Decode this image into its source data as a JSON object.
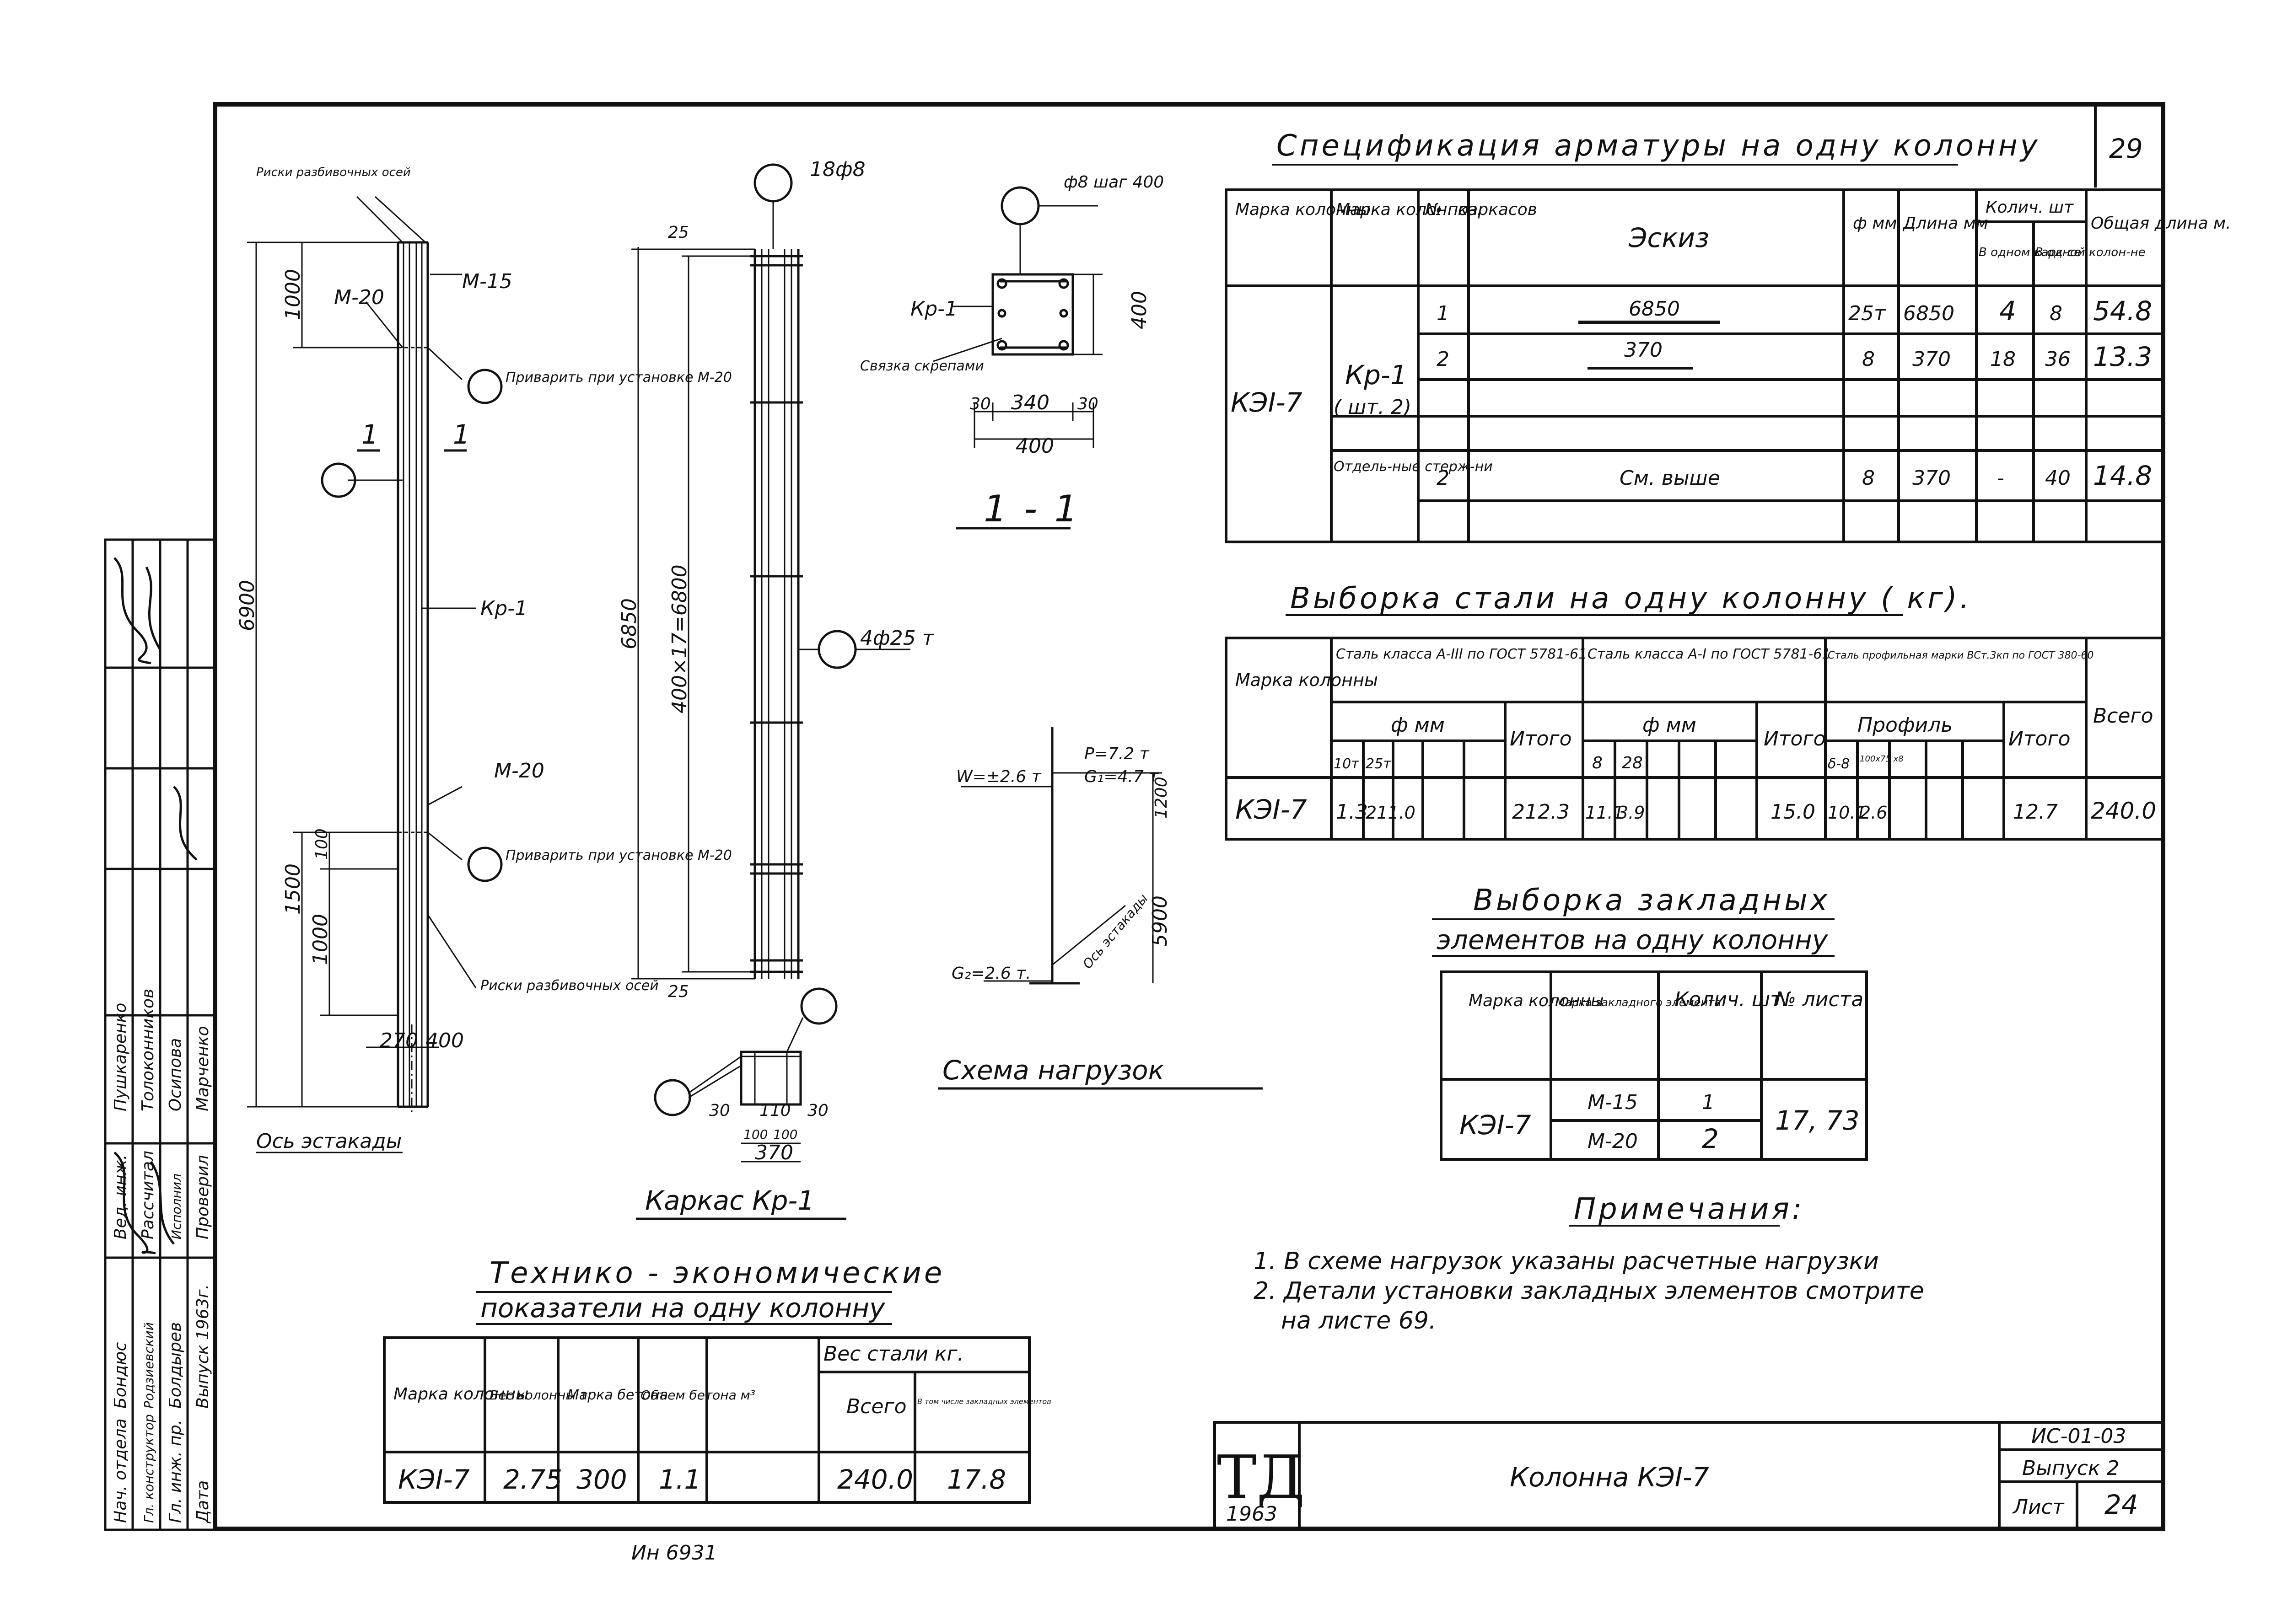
{
  "corner_page": "29",
  "spec": {
    "title": "Спецификация  арматуры  на  одну  колонну",
    "headers": {
      "col_mark": "Марка колонны",
      "frame_mark": "Марка колон. каркасов",
      "pos": "№ поз.",
      "sketch": "Эскиз",
      "dia": "ф мм",
      "length": "Длина мм",
      "count": "Колич. шт",
      "count_one": "В одном карк-се",
      "count_col": "В одной колон-не",
      "total_len": "Общая длина м."
    },
    "column_mark": "КЭI-7",
    "frame": "Кр-1",
    "frame_qty": "( шт. 2)",
    "separate": "Отдель-ные стерж-ни",
    "rows": [
      {
        "pos": "1",
        "sketch": "6850",
        "dia": "25т",
        "len": "6850",
        "one": "4",
        "col": "8",
        "total": "54.8"
      },
      {
        "pos": "2",
        "sketch": "370",
        "dia": "8",
        "len": "370",
        "one": "18",
        "col": "36",
        "total": "13.3"
      },
      {
        "pos": "2",
        "sketch": "См. выше",
        "dia": "8",
        "len": "370",
        "one": "-",
        "col": "40",
        "total": "14.8"
      }
    ]
  },
  "steel": {
    "title": "Выборка  стали  на  одну  колонну  ( кг).",
    "h_mark": "Марка колонны",
    "h_a3": "Сталь класса А-III по ГОСТ 5781-61",
    "h_a1": "Сталь класса А-I по ГОСТ 5781-61",
    "h_prof": "Сталь профильная марки ВСт.3кп по ГОСТ 380-60",
    "h_dia": "ф мм",
    "h_dia2": "ф мм",
    "h_profile": "Профиль",
    "h_total": "Итого",
    "h_total2": "Итого",
    "h_total3": "Итого",
    "h_all": "Всего",
    "d1": "10т",
    "d2": "25т",
    "d3": "8",
    "d4": "28",
    "p1": "δ-8",
    "p2": "100х75 х8",
    "row": {
      "mark": "КЭI-7",
      "v1": "1.3",
      "v2": "211.0",
      "t1": "212.3",
      "v3": "11.1",
      "v4": "3.9",
      "t2": "15.0",
      "v5": "10.1",
      "v6": "2.6",
      "t3": "12.7",
      "all": "240.0"
    }
  },
  "embedded": {
    "title1": "Выборка  закладных",
    "title2": "элементов  на  одну  колонну",
    "h_mark": "Марка колонны",
    "h_elem": "Марка закладного элемента",
    "h_qty": "Колич. шт.",
    "h_sheet": "№ листа",
    "mark": "КЭI-7",
    "e1": "М-15",
    "q1": "1",
    "e2": "М-20",
    "q2": "2",
    "sheet": "17, 73"
  },
  "notes": {
    "title": "Примечания:",
    "n1": "1. В схеме  нагрузок  указаны  расчетные  нагрузки",
    "n2": "2. Детали  установки  закладных  элементов  смотрите",
    "n3": "на  листе  69."
  },
  "tech": {
    "title1": "Технико - экономические",
    "title2": "показатели  на  одну  колонну",
    "h_mark": "Марка колонны",
    "h_weight": "Вес колонны т",
    "h_concrete": "Марка бетона",
    "h_volume": "Объем бетона м³",
    "h_steel": "Вес стали кг.",
    "h_all": "Всего",
    "h_incl": "В том числе закладных элементов",
    "row": {
      "mark": "КЭI-7",
      "weight": "2.75",
      "concrete": "300",
      "volume": "1.1",
      "all": "240.0",
      "incl": "17.8"
    }
  },
  "titleblock": {
    "logo": "ТД",
    "year": "1963",
    "name": "Колонна  КЭI-7",
    "code": "ИС-01-03",
    "issue": "Выпуск 2",
    "sheet_label": "Лист",
    "sheet_no": "24"
  },
  "stamp": {
    "roles": [
      "Нач. отдела",
      "Гл. конструктор",
      "Гл. инж. пр.",
      "Дата"
    ],
    "names": [
      "Бондюс",
      "Родзиевский",
      "Болдырев",
      "Выпуск"
    ],
    "roles2": [
      "Вед. инж.",
      "Рассчитал",
      "Исполнил",
      "Проверил"
    ],
    "names2": [
      "Пушкаренко",
      "Толоконников",
      "Осипова",
      "Марченко"
    ],
    "date": "1963г."
  },
  "drawing": {
    "label_risks_top": "Риски разбивочных осей",
    "m15": "М-15",
    "m20_top": "М-20",
    "weld_top": "Приварить при установке М-20",
    "sec1": "1",
    "sec1b": "1",
    "kr1": "Кр-1",
    "m20_bot": "М-20",
    "weld_bot": "Приварить при установке М-20",
    "risks_bot": "Риски разбивочных осей",
    "axis": "Ось эстакады",
    "dim_6900": "6900",
    "dim_1000a": "1000",
    "dim_1500": "1500",
    "dim_100": "100",
    "dim_1000b": "1000",
    "dim_270": "270",
    "dim_400": "400",
    "frame_title": "Каркас Кр-1",
    "pos2_label": "18ф8",
    "pos1_label": "4ф25 т",
    "dim_6850": "6850",
    "dim_400x17": "400×17=6800",
    "dim_25a": "25",
    "dim_25b": "25",
    "sec_pos2": "ф8 шаг 400",
    "sec_kr": "Кр-1",
    "sec_tie": "Связка скрепами",
    "sec_30a": "30",
    "sec_340": "340",
    "sec_30b": "30",
    "sec_400w": "400",
    "sec_400h": "400",
    "sec_title": "1 - 1",
    "load_p": "P=7.2 т",
    "load_g1": "G₁=4.7 т",
    "load_w": "W=±2.6 т",
    "load_g2": "G₂=2.6 т.",
    "load_1200": "1200",
    "load_axis": "Ось эстакады",
    "load_5900": "5900",
    "load_title": "Схема нагрузок",
    "det_30a": "30",
    "det_110": "110",
    "det_30b": "30",
    "det_100a": "100",
    "det_100b": "100",
    "det_370": "370",
    "bottom_note": "Ин 6931"
  }
}
